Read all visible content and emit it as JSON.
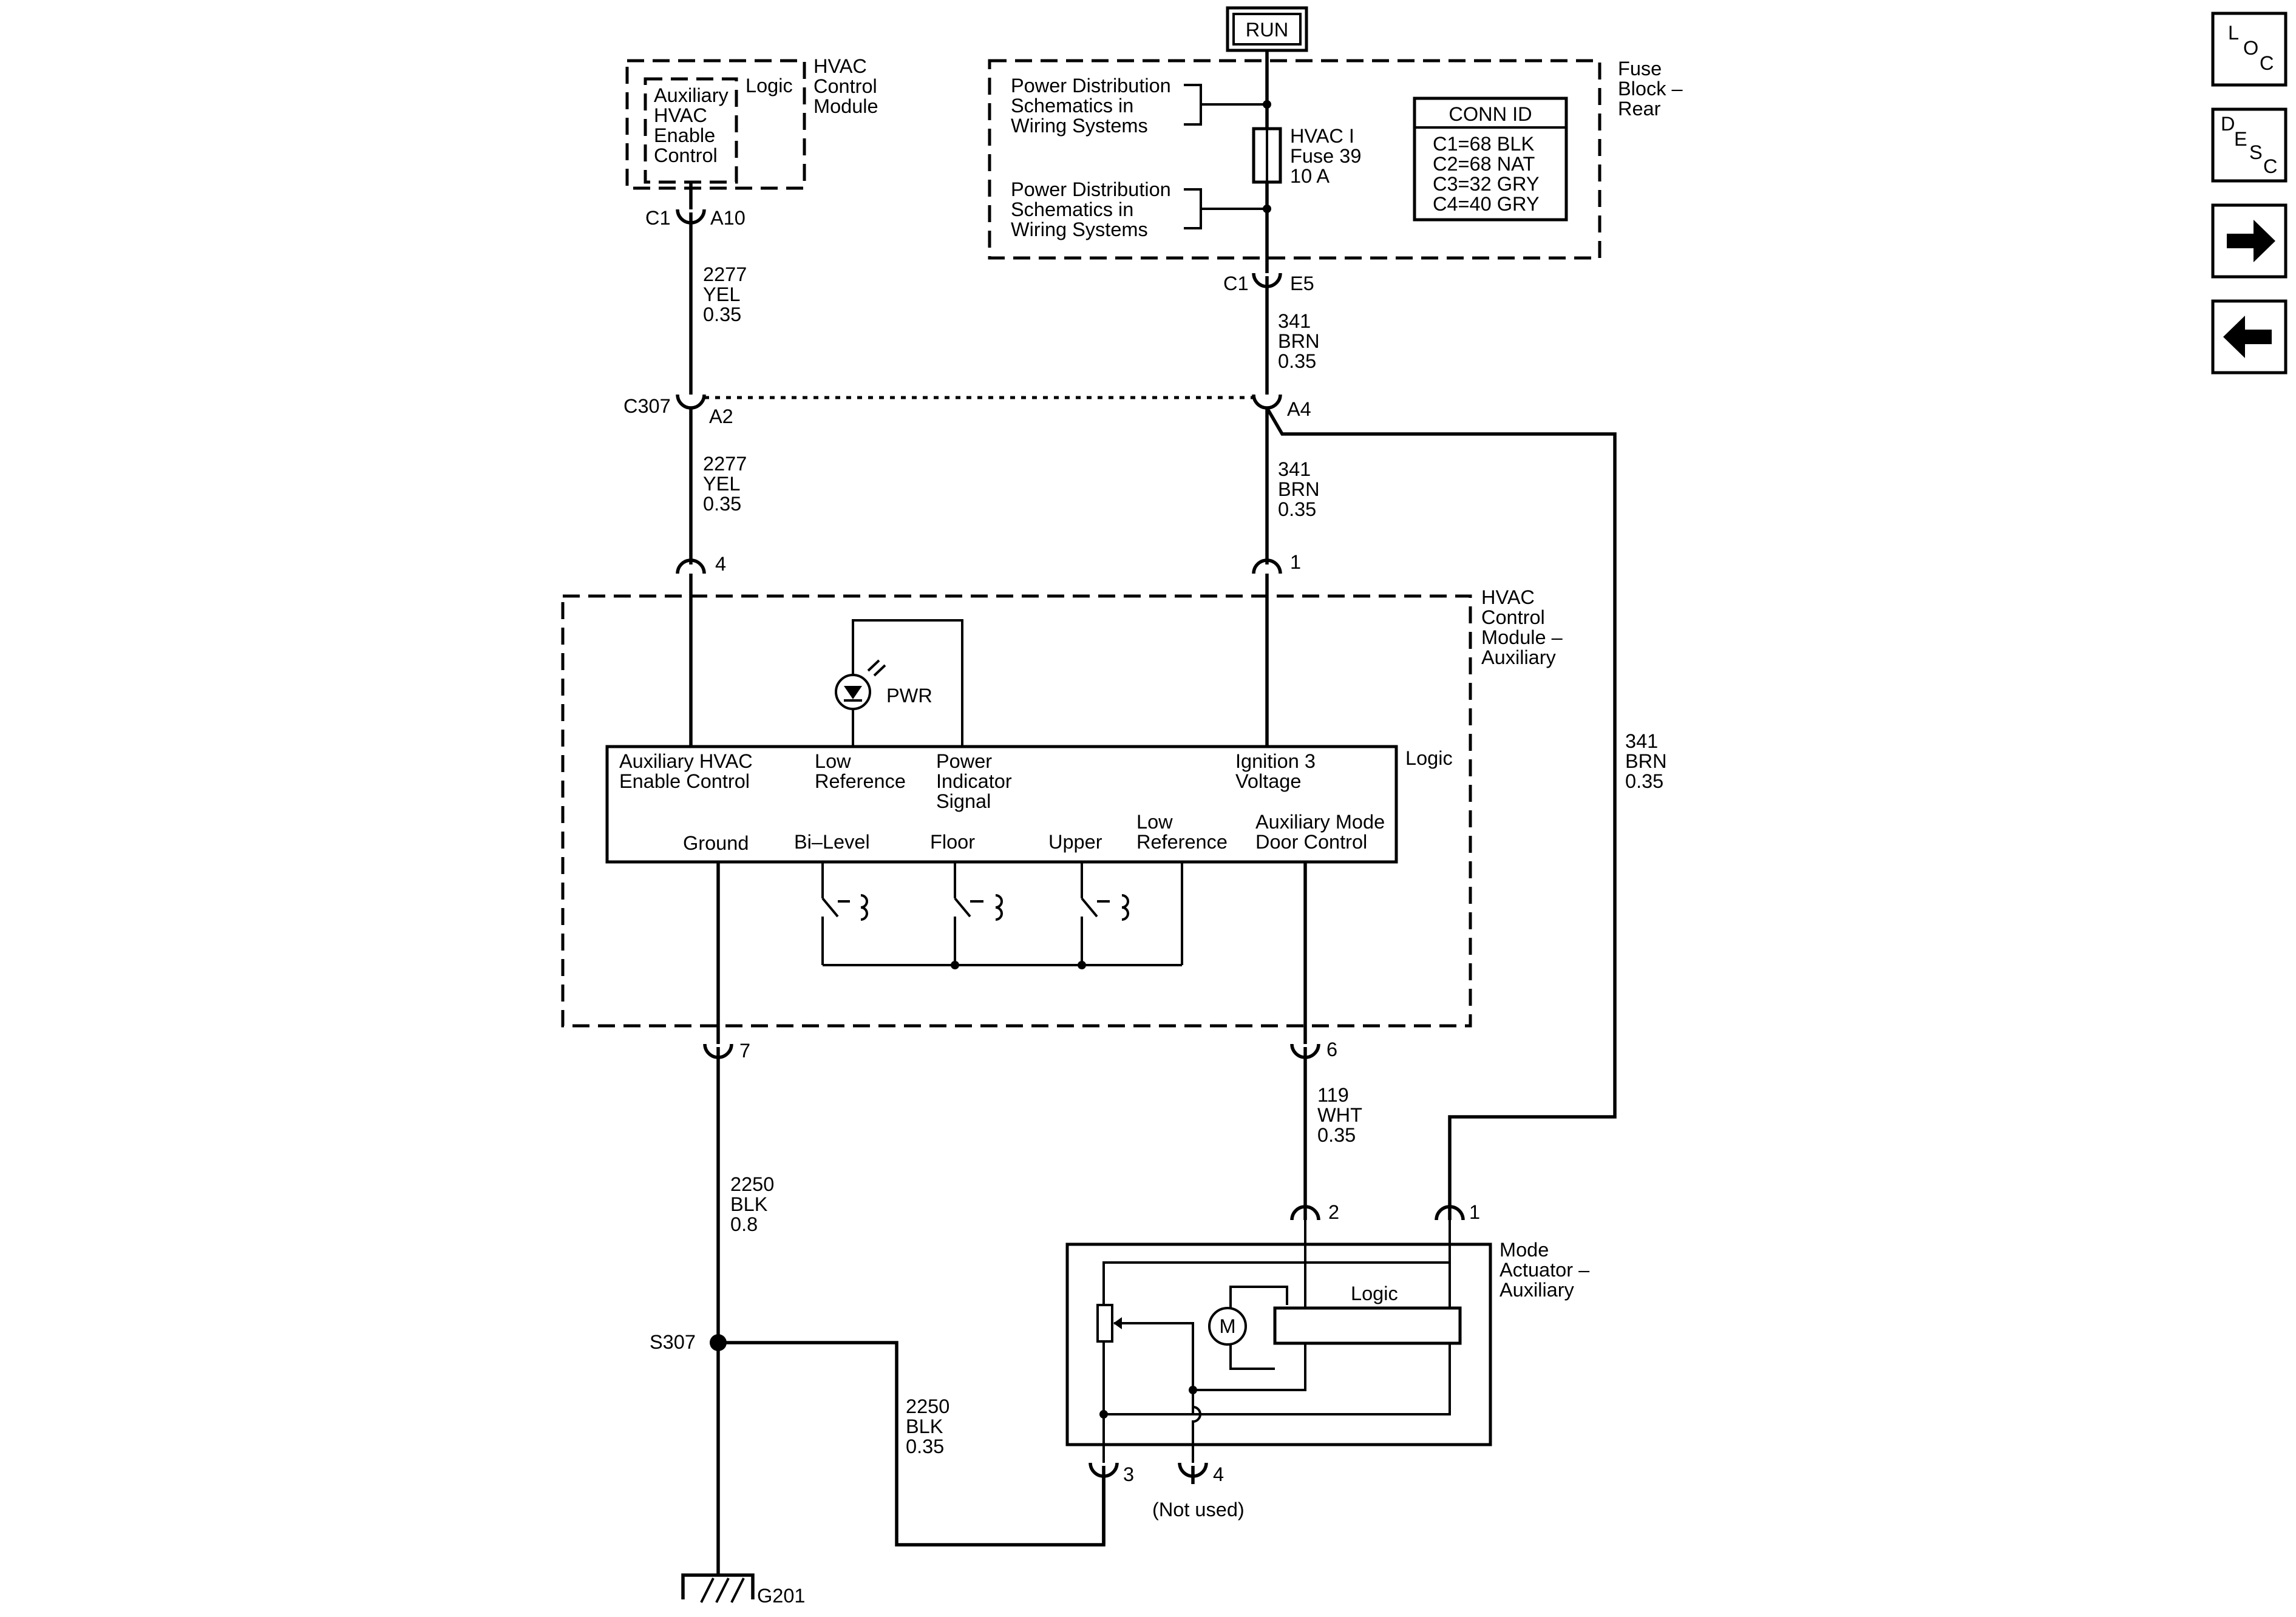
{
  "run": "RUN",
  "hvac_module": {
    "title": [
      "HVAC",
      "Control",
      "Module"
    ],
    "logic": "Logic",
    "aux_enable": [
      "Auxiliary",
      "HVAC",
      "Enable",
      "Control"
    ],
    "conn": "C1",
    "pin": "A10"
  },
  "fuse_block": {
    "title": [
      "Fuse",
      "Block –",
      "Rear"
    ],
    "power_dist_1": [
      "Power Distribution",
      "Schematics in",
      "Wiring Systems"
    ],
    "power_dist_2": [
      "Power Distribution",
      "Schematics in",
      "Wiring Systems"
    ],
    "fuse": [
      "HVAC I",
      "Fuse 39",
      "10 A"
    ],
    "conn": "C1",
    "pin": "E5",
    "conn_id": {
      "header": "CONN ID",
      "rows": [
        "C1=68 BLK",
        "C2=68 NAT",
        "C3=32 GRY",
        "C4=40 GRY"
      ]
    }
  },
  "wires": {
    "w2277_upper": [
      "2277",
      "YEL",
      "0.35"
    ],
    "w2277_lower": [
      "2277",
      "YEL",
      "0.35"
    ],
    "w341_upper": [
      "341",
      "BRN",
      "0.35"
    ],
    "w341_lower": [
      "341",
      "BRN",
      "0.35"
    ],
    "w341_right": [
      "341",
      "BRN",
      "0.35"
    ],
    "w119": [
      "119",
      "WHT",
      "0.35"
    ],
    "w2250_main": [
      "2250",
      "BLK",
      "0.8"
    ],
    "w2250_branch": [
      "2250",
      "BLK",
      "0.35"
    ]
  },
  "connectors": {
    "c307": "C307",
    "c307_a2": "A2",
    "c307_a4": "A4",
    "pin4": "4",
    "pin1": "1",
    "pin7": "7",
    "pin6": "6",
    "act_pin2": "2",
    "act_pin1": "1",
    "act_pin3": "3",
    "act_pin4": "4",
    "not_used": "(Not used)"
  },
  "aux_module": {
    "title": [
      "HVAC",
      "Control",
      "Module –",
      "Auxiliary"
    ],
    "logic": "Logic",
    "pwr": "PWR",
    "labels": {
      "aux_enable": [
        "Auxiliary HVAC",
        "Enable Control"
      ],
      "low_ref_top": [
        "Low",
        "Reference"
      ],
      "power_ind": [
        "Power",
        "Indicator",
        "Signal"
      ],
      "ign3": [
        "Ignition 3",
        "Voltage"
      ],
      "ground": "Ground",
      "bilevel": "Bi–Level",
      "floor": "Floor",
      "upper": "Upper",
      "low_ref_bottom": [
        "Low",
        "Reference"
      ],
      "aux_mode": [
        "Auxiliary Mode",
        "Door Control"
      ]
    }
  },
  "mode_actuator": {
    "title": [
      "Mode",
      "Actuator –",
      "Auxiliary"
    ],
    "logic": "Logic",
    "motor": "M"
  },
  "splice": "S307",
  "ground": "G201",
  "nav": {
    "loc": [
      "L",
      "O",
      "C"
    ],
    "desc": [
      "D",
      "E",
      "S",
      "C"
    ],
    "forward_icon": "arrow-right",
    "back_icon": "arrow-left"
  }
}
